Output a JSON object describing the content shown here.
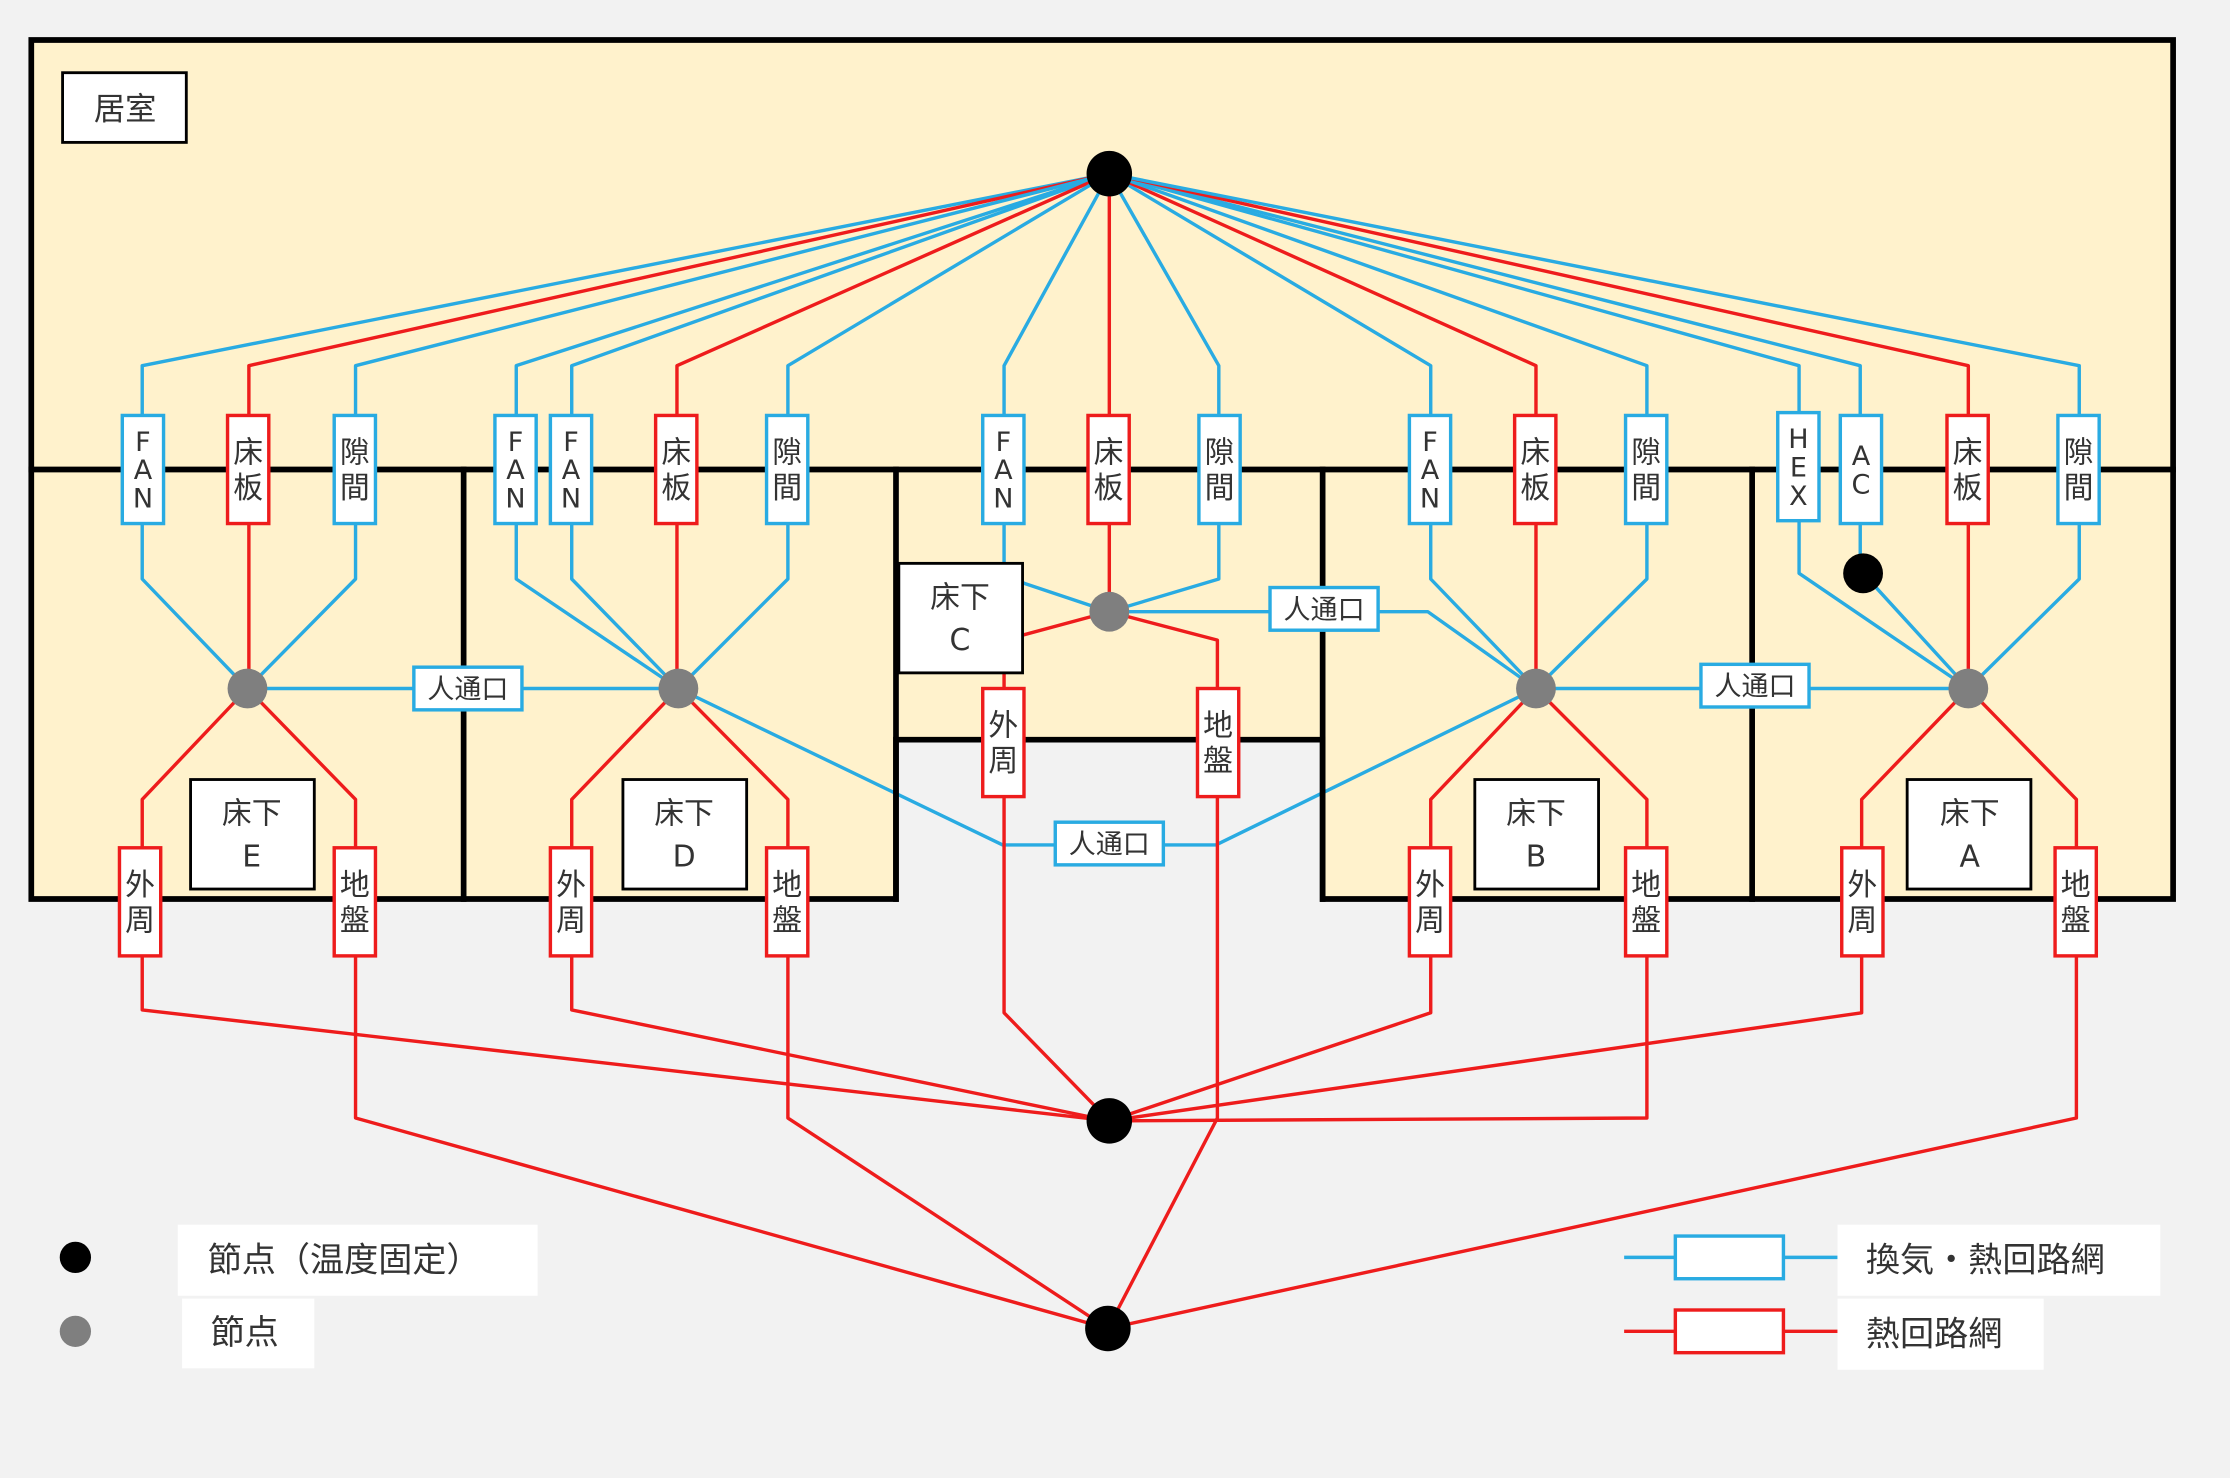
{
  "room_label": "居室",
  "zones": [
    {
      "id": "E",
      "line1": "床下",
      "line2": "E"
    },
    {
      "id": "D",
      "line1": "床下",
      "line2": "D"
    },
    {
      "id": "C",
      "line1": "床下",
      "line2": "C"
    },
    {
      "id": "B",
      "line1": "床下",
      "line2": "B"
    },
    {
      "id": "A",
      "line1": "床下",
      "line2": "A"
    }
  ],
  "elements": {
    "fan": "FAN",
    "hex": "HEX",
    "ac": "AC",
    "floor_plate": "床板",
    "gap": "隙間",
    "perimeter": "外周",
    "ground": "地盤",
    "passage": "人通口"
  },
  "legend": {
    "node_fixed": "節点（温度固定）",
    "node": "節点",
    "vent_heat": "換気・熱回路網",
    "heat": "熱回路網"
  },
  "colors": {
    "room_fill": "#fff2cc",
    "blue": "#29abe2",
    "red": "#ee1c1c",
    "fixed_node": "#000000",
    "node": "#7f7f7f",
    "background": "#f2f2f2"
  }
}
